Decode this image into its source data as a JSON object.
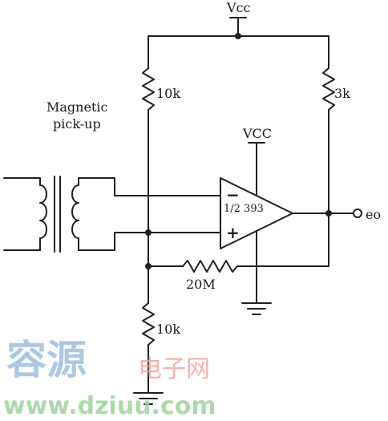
{
  "labels": {
    "vcc_top": "Vcc",
    "vcc_opamp": "VCC",
    "r_top_left": "10k",
    "r_top_right": "3k",
    "r_feedback": "20M",
    "r_bottom": "10k",
    "opamp_name": "1/2 393",
    "minus": "−",
    "plus": "+",
    "output": "eo",
    "pickup_line1": "Magnetic",
    "pickup_line2": "pick-up"
  },
  "watermark": {
    "brand_cn": "容源",
    "sub_cn": "电子网",
    "url": "www.dziuu.com"
  },
  "colors": {
    "wire": "#1f1f1f",
    "watermark_blue": "#8fb5dd",
    "watermark_red": "#f3a49a",
    "watermark_green": "#9cd49c"
  }
}
